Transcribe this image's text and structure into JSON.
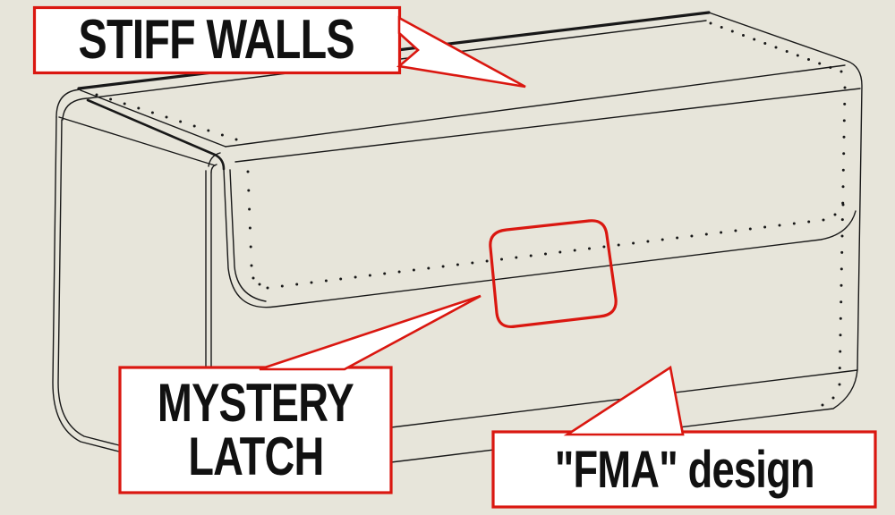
{
  "colors": {
    "background": "#e7e5da",
    "accent_red": "#da1710",
    "ink": "#181818",
    "label_fill": "#ffffff",
    "label_text": "#111111"
  },
  "annotations": {
    "stiff_walls": {
      "label": "STIFF WALLS"
    },
    "mystery_latch": {
      "line1": "MYSTERY",
      "line2": "LATCH"
    },
    "fma_design": {
      "label": "\"FMA\" design"
    }
  },
  "diagram": {
    "subject": "wireframe CAD drawing of a closed carrying case with a stitched front flap",
    "highlight": "red rounded rectangle marking hidden latch area on flap"
  }
}
